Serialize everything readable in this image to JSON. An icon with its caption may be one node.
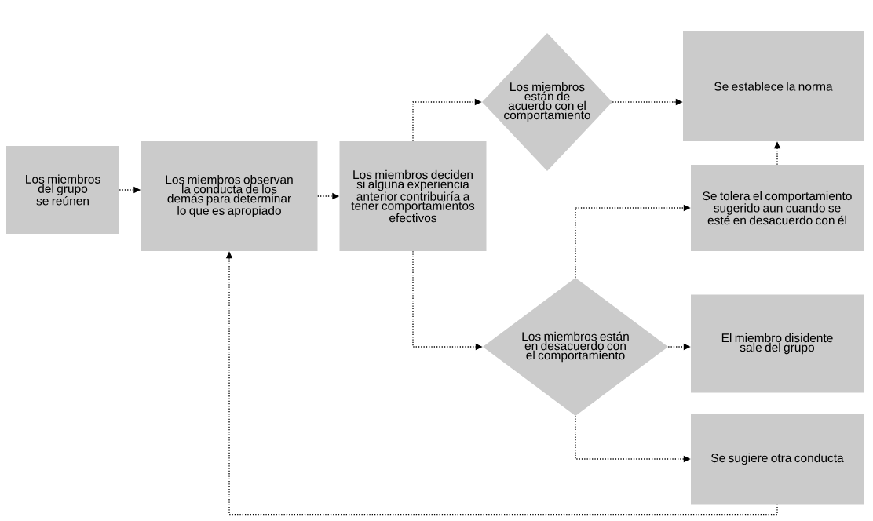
{
  "diagram": {
    "nodes": [
      {
        "text": [
          "Los miembros del grupo se reúnen"
        ]
      },
      {
        "text": [
          "Los miembros observan la conducta de los demás para determinar lo que es apropiado"
        ]
      },
      {
        "text": [
          "Los miembros deciden si alguna experiencia anterior contribuiría a tener comportamientos efectivos"
        ]
      },
      {
        "text": [
          "Los miembros están de acuerdo con el comportamiento"
        ]
      },
      {
        "text": [
          "Se establece la norma"
        ]
      },
      {
        "text": [
          "Se tolera el comportamiento sugerido aun cuando se esté en desacuerdo con él"
        ]
      },
      {
        "text": [
          "Los miembros están en desacuerdo con el comportamiento"
        ]
      },
      {
        "text": [
          "El miembro disidente sale del grupo"
        ]
      },
      {
        "text": [
          "Se sugiere otra conducta"
        ]
      }
    ],
    "edges": [
      {
        "from": 0,
        "to": 1,
        "arrow": "to"
      },
      {
        "from": 1,
        "to": 2,
        "arrow": "to"
      },
      {
        "from": 2,
        "to": 3,
        "arrow": "to"
      },
      {
        "from": 3,
        "to": 4,
        "arrow": "to"
      },
      {
        "from": 2,
        "to": 6,
        "arrow": "to"
      },
      {
        "from": 6,
        "to": 5,
        "arrow": "to"
      },
      {
        "from": 5,
        "to": 4,
        "arrow": "to"
      },
      {
        "from": 6,
        "to": 7,
        "arrow": "to"
      },
      {
        "from": 6,
        "to": 8,
        "arrow": "to"
      },
      {
        "from": 8,
        "to": 1,
        "arrow": "to"
      }
    ]
  }
}
